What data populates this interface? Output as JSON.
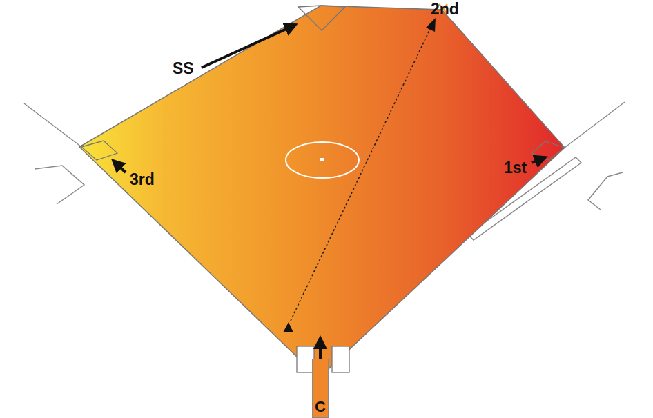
{
  "diagram": {
    "nodes": [
      {
        "text": [
          "C"
        ]
      }
    ],
    "labels": [
      "SS",
      "2nd",
      "3rd",
      "1st"
    ]
  }
}
